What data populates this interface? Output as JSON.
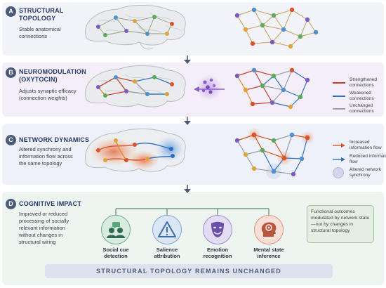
{
  "panels": {
    "a": {
      "badge": "A",
      "title": "STRUCTURAL\nTOPOLOGY",
      "description": "Stable anatomical\nconnections"
    },
    "b": {
      "badge": "B",
      "title": "NEUROMODULATION\n(OXYTOCIN)",
      "description": "Adjusts synaptic efficacy\n(connection weights)",
      "legend": [
        {
          "label": "Strengthened connections",
          "color": "#c8402c"
        },
        {
          "label": "Weakened connections",
          "color": "#2e6fbf"
        },
        {
          "label": "Unchanged connections",
          "color": "#9aa0a8"
        }
      ]
    },
    "c": {
      "badge": "C",
      "title": "NETWORK DYNAMICS",
      "description": "Altered synchrony and\ninformation flow across\nthe same topology",
      "legend": [
        {
          "label": "Increased information flow",
          "color": "#d9542b",
          "kind": "arrow"
        },
        {
          "label": "Reduced information flow",
          "color": "#2e6fbf",
          "kind": "arrow"
        },
        {
          "label": "Altered network synchrony",
          "color": "#c9c6e6",
          "kind": "circle"
        }
      ]
    },
    "d": {
      "badge": "D",
      "title": "COGNITIVE IMPACT",
      "description": "Improved or reduced\nprocessing of socially\nrelevant information\nwithout changes in\nstructural wiring",
      "items": [
        {
          "label": "Social cue\ndetection",
          "icon": "people-chat-icon",
          "color": "#3c8a6a"
        },
        {
          "label": "Salience\nattribution",
          "icon": "warning-triangle-icon",
          "color": "#5b8fc9"
        },
        {
          "label": "Emotion\nrecognition",
          "icon": "theater-mask-icon",
          "color": "#7a62b8"
        },
        {
          "label": "Mental state\ninference",
          "icon": "head-gear-icon",
          "color": "#d06a4a"
        }
      ],
      "outcome": "Functional outcomes modulated by network state—not by changes in structural topology"
    }
  },
  "footer": "STRUCTURAL TOPOLOGY REMAINS UNCHANGED"
}
